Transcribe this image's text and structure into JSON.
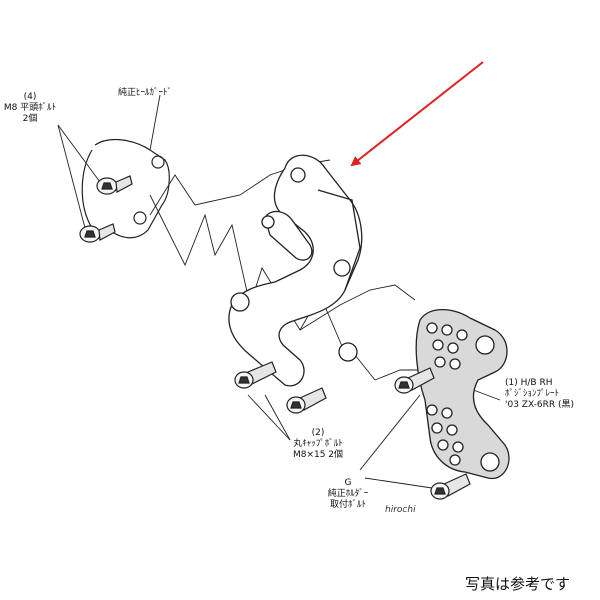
{
  "labels": {
    "item4_num": "(4)",
    "item4_line1": "M8 平頭ﾎﾞﾙﾄ",
    "item4_line2": "2個",
    "heel_guard": "純正ﾋｰﾙｶﾞｰﾄﾞ",
    "item2_num": "(2)",
    "item2_line1": "丸ｷｬｯﾌﾟﾎﾞﾙﾄ",
    "item2_line2": "M8×15 2個",
    "itemG_num": "G",
    "itemG_line1": "純正ﾎﾙﾀﾞｰ",
    "itemG_line2": "取付ﾎﾞﾙﾄ",
    "item1_line1": "(1) H/B RH",
    "item1_line2": "ﾎﾟｼﾞｼｮﾝﾌﾟﾚｰﾄ",
    "item1_line3": "'03 ZX-6RR (黒)"
  },
  "watermark": "hirochi",
  "note": "写真は参考です",
  "colors": {
    "arrow": "#e02020",
    "line": "#222222",
    "plate": "#dcdcdc"
  }
}
